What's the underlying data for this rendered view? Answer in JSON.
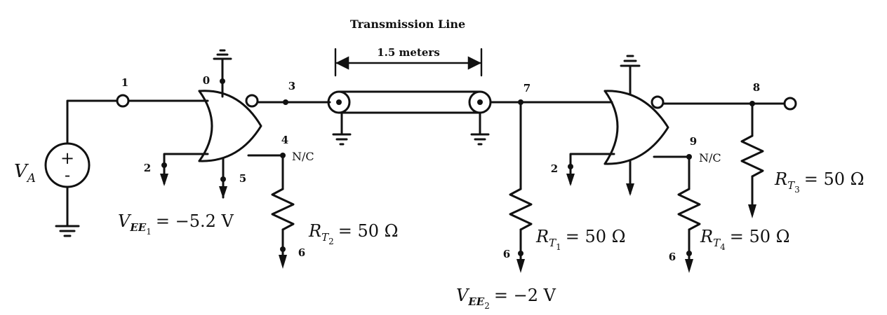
{
  "title": "Transmission Line",
  "length": "1.5 meters",
  "source": {
    "label": "V",
    "sub": "A",
    "plus": "+",
    "minus": "-"
  },
  "nodes": {
    "n0": "0",
    "n1": "1",
    "n2a": "2",
    "n3": "3",
    "n4": "4",
    "n5": "5",
    "n6a": "6",
    "n7": "7",
    "n8": "8",
    "n9": "9",
    "n2b": "2",
    "n6b": "6",
    "n6c": "6"
  },
  "nc": {
    "left": "N/C",
    "right": "N/C"
  },
  "vee1": {
    "main": "V",
    "sub": "EE",
    "subsub": "1",
    "value": "= −5.2 V"
  },
  "vee2": {
    "main": "V",
    "sub": "EE",
    "subsub": "2",
    "value": "= −2 V"
  },
  "rt1": {
    "main": "R",
    "sub": "T",
    "subsub": "1",
    "value": "= 50 Ω"
  },
  "rt2": {
    "main": "R",
    "sub": "T",
    "subsub": "2",
    "value": "= 50 Ω"
  },
  "rt3": {
    "main": "R",
    "sub": "T",
    "subsub": "3",
    "value": "= 50 Ω"
  },
  "rt4": {
    "main": "R",
    "sub": "T",
    "subsub": "4",
    "value": "= 50 Ω"
  }
}
